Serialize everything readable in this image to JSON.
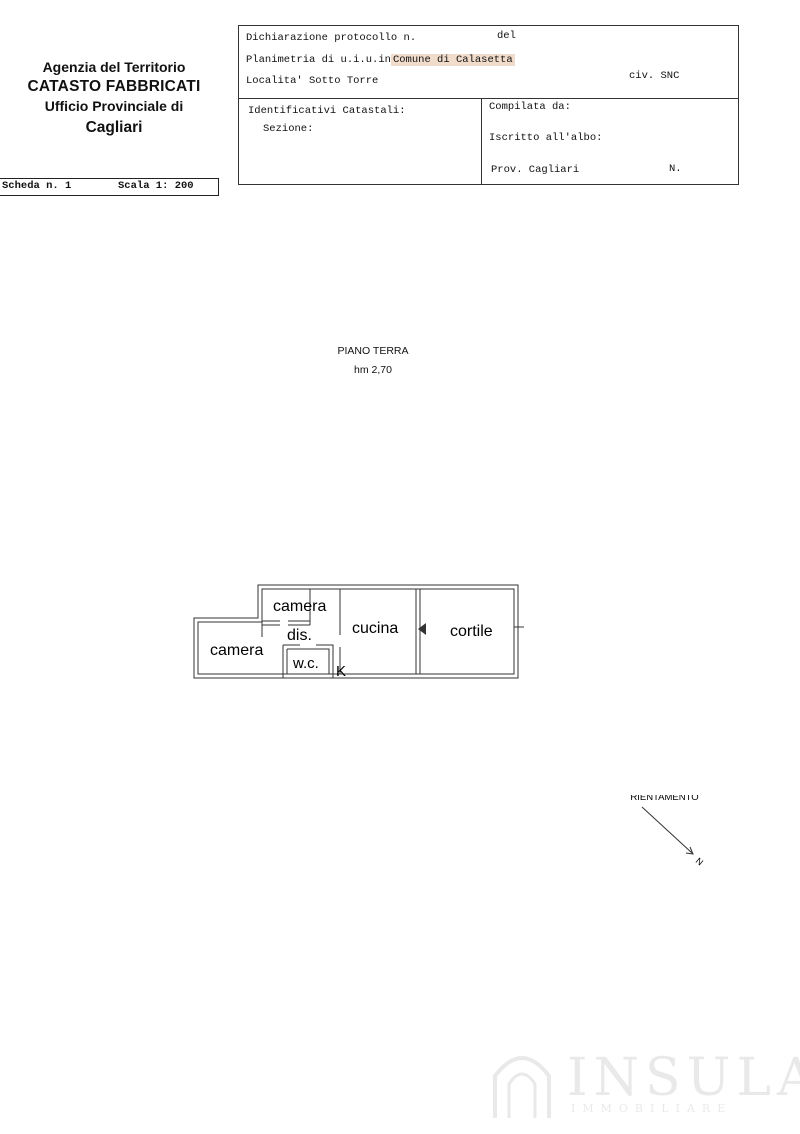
{
  "agency": {
    "line1": "Agenzia del Territorio",
    "line2": "CATASTO FABBRICATI",
    "line3": "Ufficio Provinciale di",
    "line4": "Cagliari"
  },
  "sheet": {
    "scheda": "Scheda n. 1",
    "scala": "Scala 1: 200"
  },
  "header": {
    "dichiarazione": "Dichiarazione protocollo n.",
    "del": "del",
    "planimetria_prefix": "Planimetria di u.i.u.in",
    "comune": "Comune di Calasetta",
    "localita": "Localita' Sotto Torre",
    "civ": "civ. SNC",
    "identificativi": "Identificativi Catastali:",
    "sezione": "Sezione:",
    "compilata": "Compilata da:",
    "iscritto": "Iscritto all'albo:",
    "prov": "Prov. Cagliari",
    "n": "N."
  },
  "floor": {
    "name": "PIANO TERRA",
    "height": "hm 2,70"
  },
  "rooms": {
    "camera_top": "camera",
    "dis": "dis.",
    "cucina": "cucina",
    "cortile": "cortile",
    "camera_left": "camera",
    "wc": "w.c.",
    "k": "K"
  },
  "orientation": {
    "label": "ORIENTAMENTO",
    "north": "N"
  },
  "watermark": {
    "word": "INSULA",
    "sub": "IMMOBILIARE"
  }
}
